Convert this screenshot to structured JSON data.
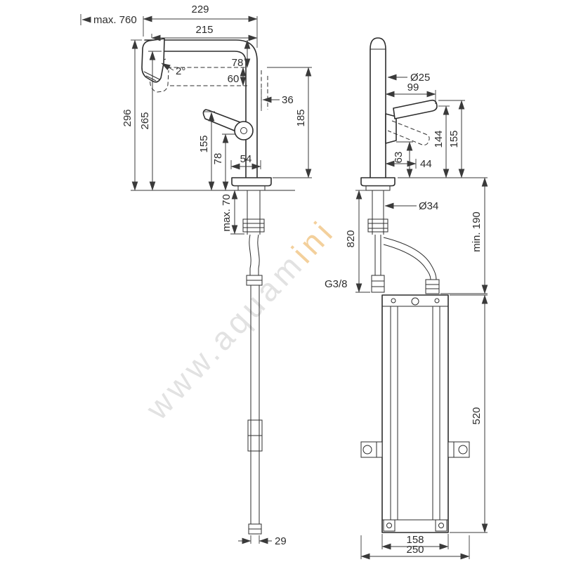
{
  "drawing": {
    "type": "technical-dimension-drawing",
    "subject": "kitchen mixer tap with pull-out spout and under-sink mounting bracket"
  },
  "watermark": {
    "part1": "www.aquam",
    "part2": "ini"
  },
  "colors": {
    "line": "#2d2d2d",
    "watermark_gray": "#c6c6c6",
    "watermark_accent": "#e9a23b"
  },
  "side_view": {
    "dims": {
      "depth_total": "229",
      "pullout": "max. 760",
      "spout_reach": "215",
      "angle": "2°",
      "drop1": "78",
      "drop2": "60",
      "offset36": "36",
      "height_total": "296",
      "height_spout": "265",
      "height_handle": "155",
      "height_base": "78",
      "base_width": "54",
      "height_underspout": "185",
      "deck_thickness": "max. 70",
      "hose_tip": "29"
    }
  },
  "front_view": {
    "dims": {
      "spout_dia": "Ø25",
      "handle_reach": "99",
      "handle_h1": "144",
      "handle_h2": "155",
      "body_h": "63",
      "offset44": "44",
      "hole_dia": "Ø34",
      "hose_length": "820",
      "clearance": "min. 190",
      "thread": "G3/8",
      "bracket_height": "520",
      "bracket_width": "158",
      "clip_span": "250"
    }
  }
}
